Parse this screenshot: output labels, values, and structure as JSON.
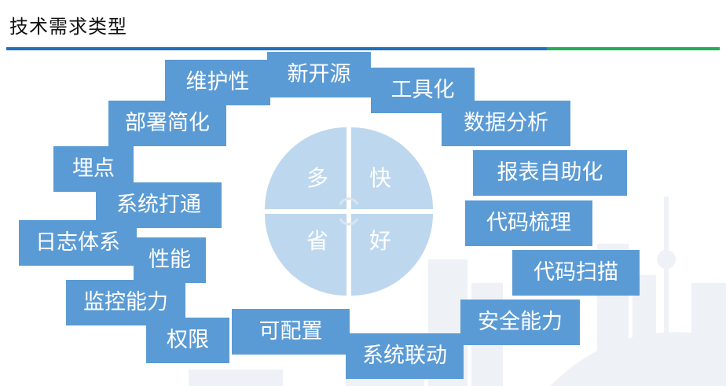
{
  "title": "技术需求类型",
  "center": {
    "top_left": "多",
    "top_right": "快",
    "bottom_left": "省",
    "bottom_right": "好"
  },
  "tags": [
    "维护性",
    "新开源",
    "工具化",
    "部署简化",
    "数据分析",
    "埋点",
    "报表自助化",
    "系统打通",
    "代码梳理",
    "日志体系",
    "性能",
    "代码扫描",
    "监控能力",
    "安全能力",
    "权限",
    "可配置",
    "系统联动"
  ],
  "colors": {
    "tag_fill": "#5b9bd5",
    "circle_fill": "#bdd7ee",
    "rule_blue": "#1f6fbf",
    "rule_green": "#1fae54"
  }
}
